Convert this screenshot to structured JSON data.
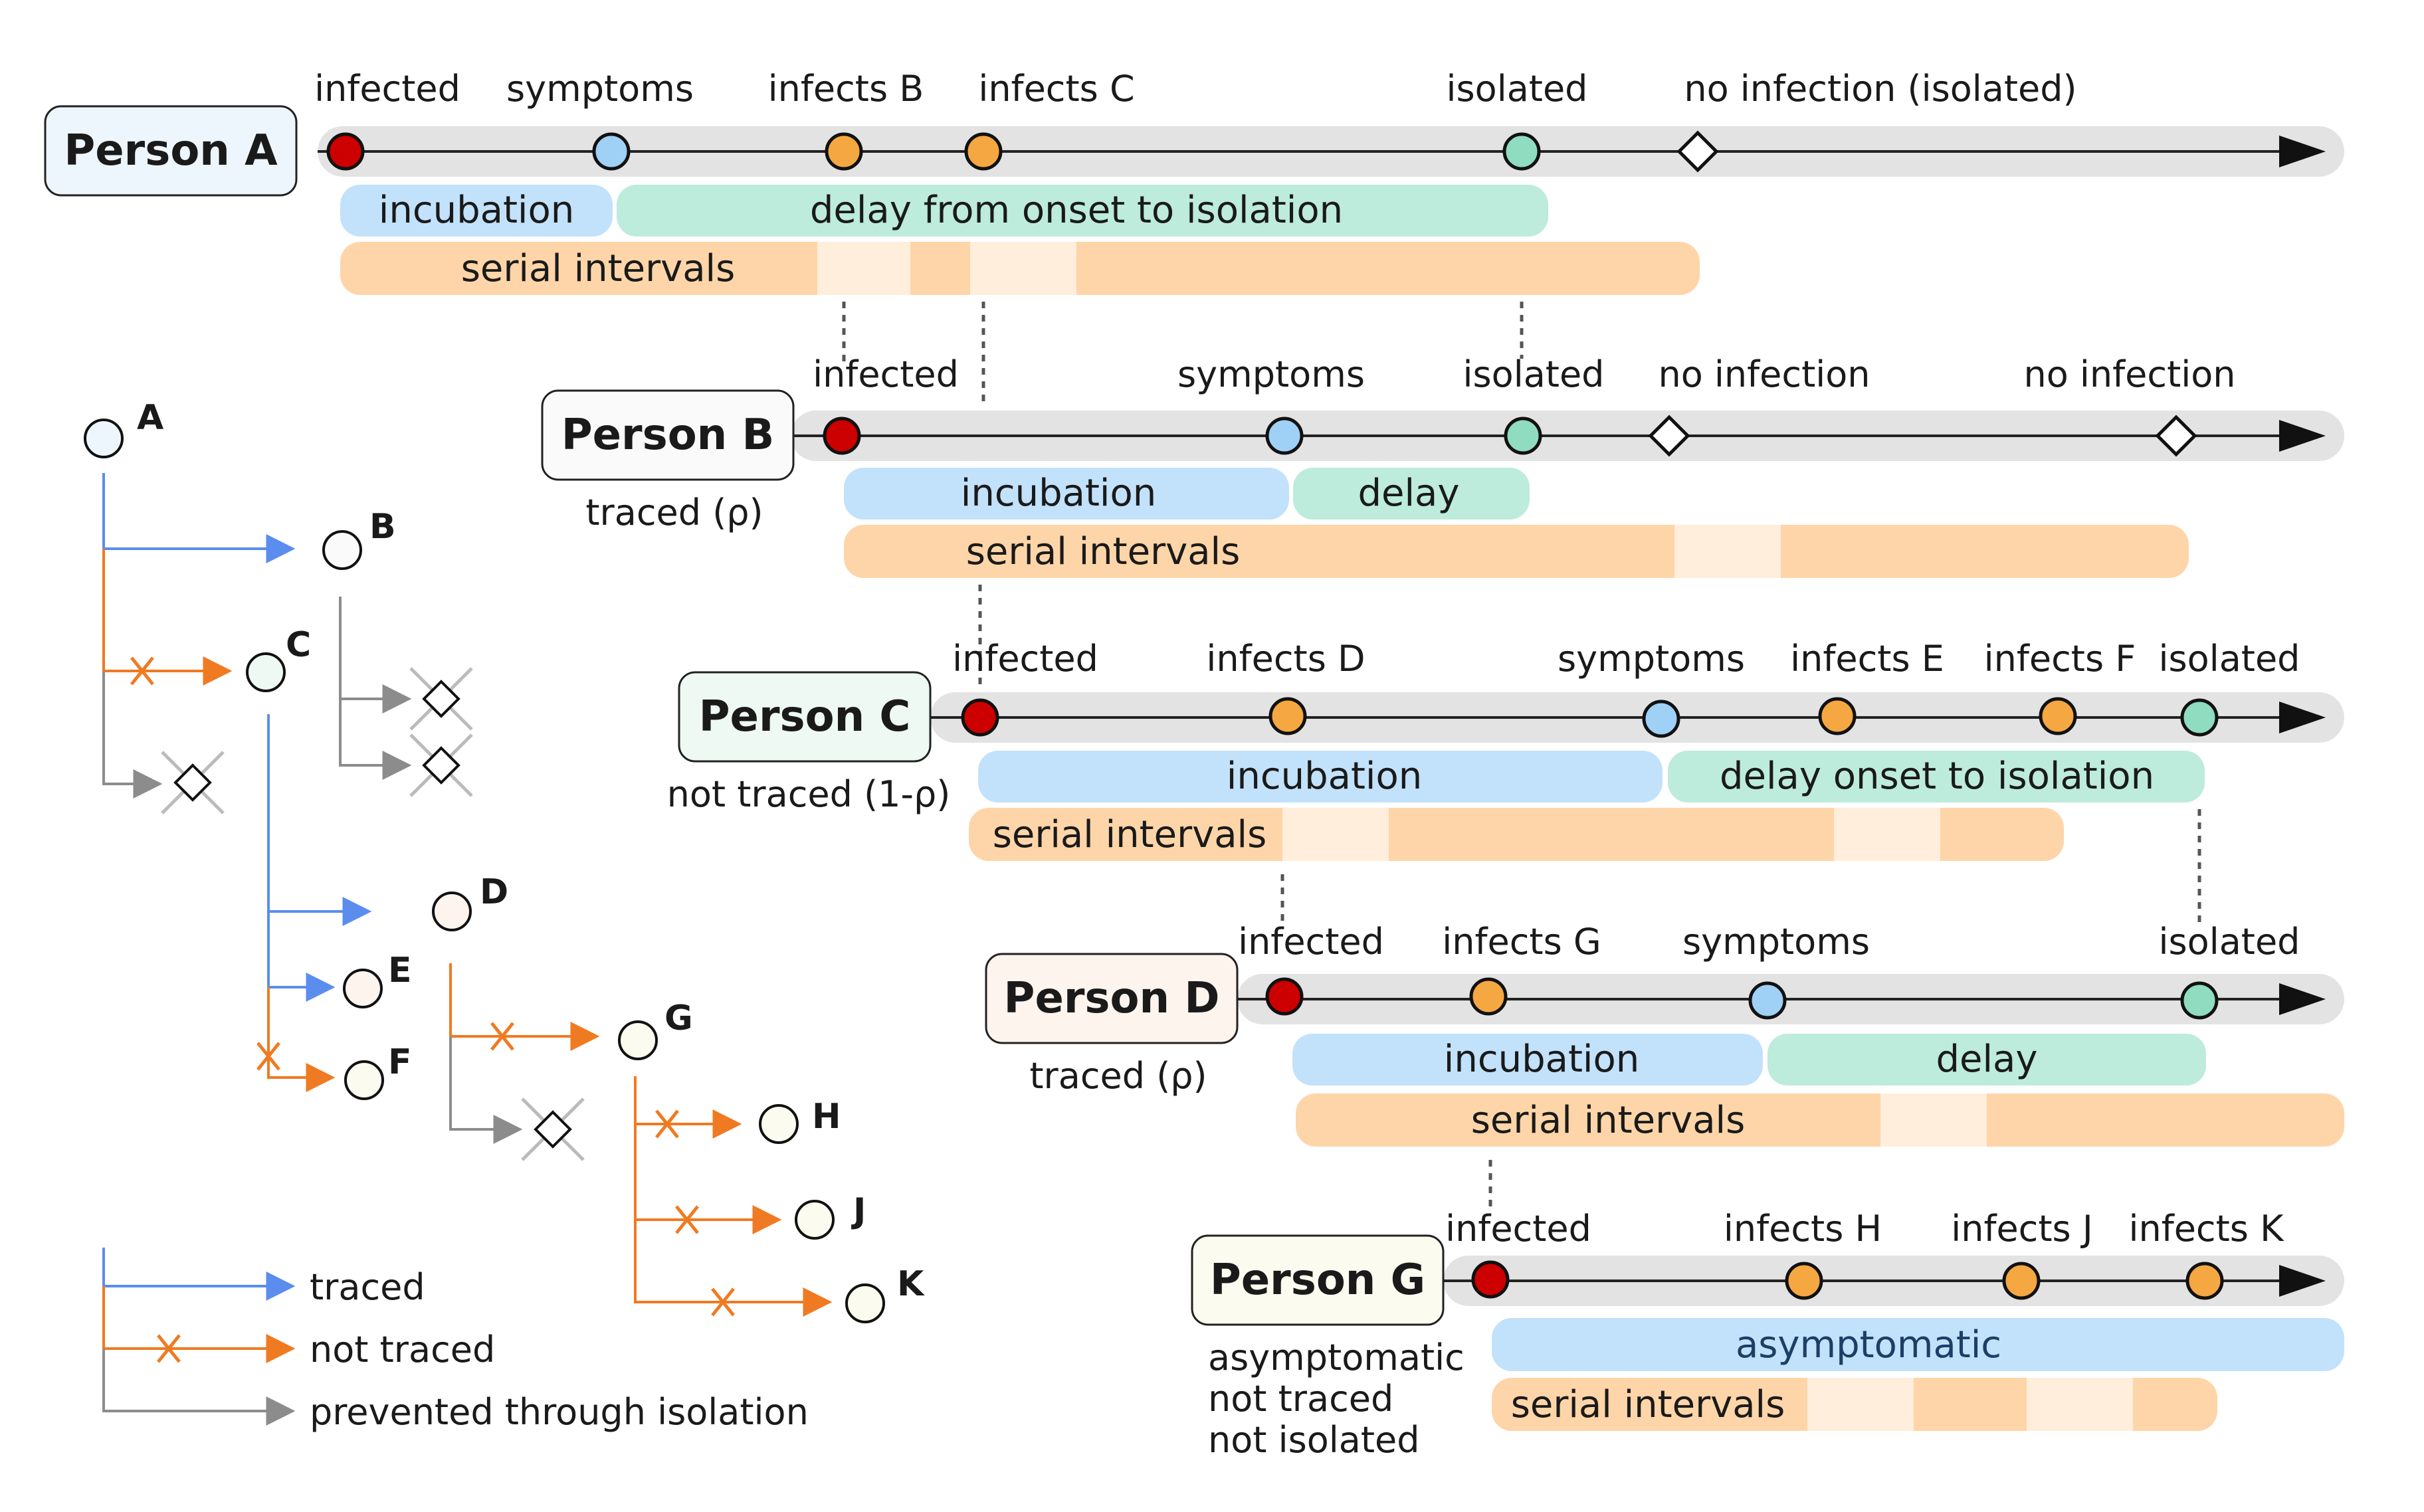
{
  "persons": {
    "A": {
      "label": "Person A",
      "sub": [],
      "events": [
        "infected",
        "symptoms",
        "infects B",
        "infects C",
        "isolated",
        "no infection (isolated)"
      ],
      "bars": {
        "incubation": "incubation",
        "delay": "delay from onset to isolation",
        "serial": "serial intervals"
      }
    },
    "B": {
      "label": "Person B",
      "sub": [
        "traced (ρ)"
      ],
      "events": [
        "infected",
        "symptoms",
        "isolated",
        "no infection",
        "no infection"
      ],
      "bars": {
        "incubation": "incubation",
        "delay": "delay",
        "serial": "serial intervals"
      }
    },
    "C": {
      "label": "Person C",
      "sub": [
        "not traced (1-ρ)"
      ],
      "events": [
        "infected",
        "infects D",
        "symptoms",
        "infects E",
        "infects F",
        "isolated"
      ],
      "bars": {
        "incubation": "incubation",
        "delay": "delay onset to isolation",
        "serial": "serial intervals"
      }
    },
    "D": {
      "label": "Person D",
      "sub": [
        "traced (ρ)"
      ],
      "events": [
        "infected",
        "infects G",
        "symptoms",
        "isolated"
      ],
      "bars": {
        "incubation": "incubation",
        "delay": "delay",
        "serial": "serial intervals"
      }
    },
    "G": {
      "label": "Person G",
      "sub": [
        "asymptomatic",
        "not traced",
        "not isolated"
      ],
      "events": [
        "infected",
        "infects H",
        "infects J",
        "infects K"
      ],
      "bars": {
        "asymptomatic": "asymptomatic",
        "serial": "serial intervals"
      }
    }
  },
  "tree": {
    "nodes": [
      "A",
      "B",
      "C",
      "D",
      "E",
      "F",
      "G",
      "H",
      "J",
      "K"
    ]
  },
  "legend": {
    "traced": "traced",
    "not_traced": "not traced",
    "prevented": "prevented through isolation"
  },
  "colors": {
    "infected": "#cc0000",
    "infects": "#f5a742",
    "symptoms": "#9fd0f5",
    "isolated": "#8fdcc0",
    "incubation_bar": "#c2e1fb",
    "delay_bar": "#bdebdc",
    "serial_bar": "#fed5a8",
    "traced": "#5b8def",
    "not_traced": "#f07a22",
    "prevented": "#8c8c8c"
  }
}
